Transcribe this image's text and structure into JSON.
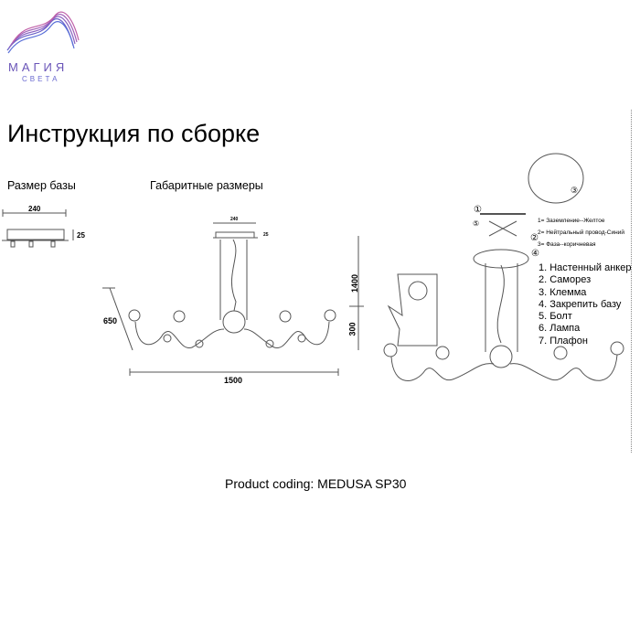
{
  "logo": {
    "name": "МАГИЯ",
    "sub": "СВЕТА"
  },
  "title": "Инструкция по сборке",
  "base_section": {
    "heading": "Размер базы",
    "width": "240",
    "height": "25"
  },
  "overall_section": {
    "heading": "Габаритные размеры",
    "canopy_width": "240",
    "canopy_height": "25",
    "drop": "650",
    "total_height": "1400",
    "height": "300",
    "width": "1500"
  },
  "wiring": [
    "1= Заземление--Желтое",
    "2= Нейтральный провод-Синий",
    "3= Фаза--коричневая"
  ],
  "parts": [
    "1. Настенный анкер",
    "2. Саморез",
    "3. Клемма",
    "4. Закрепить базу",
    "5. Болт",
    "6. Лампа",
    "7. Плафон"
  ],
  "callouts": [
    "①",
    "②",
    "③",
    "④",
    "⑤"
  ],
  "footer": "Product coding: MEDUSA SP30",
  "colors": {
    "logo": "#6a55b8",
    "line": "#555555"
  }
}
